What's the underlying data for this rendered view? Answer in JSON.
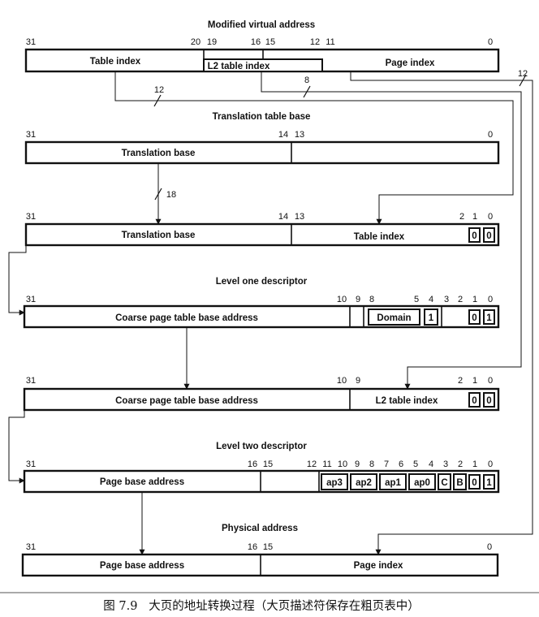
{
  "figure": {
    "caption": "图 7.9   大页的地址转换过程（大页描述符保存在粗页表中）"
  },
  "rows": {
    "mva": {
      "title": "Modified virtual address",
      "bits": [
        "31",
        "20",
        "19",
        "16",
        "15",
        "12",
        "11",
        "0"
      ],
      "fields": {
        "table_index": "Table index",
        "l2_index": "L2 table index",
        "page_index": "Page index"
      }
    },
    "ttb": {
      "title": "Translation table base",
      "bits": [
        "31",
        "14",
        "13",
        "0"
      ],
      "fields": {
        "base": "Translation base"
      }
    },
    "l1_addr": {
      "bits": [
        "31",
        "14",
        "13",
        "2",
        "1",
        "0"
      ],
      "fields": {
        "base": "Translation base",
        "index": "Table index",
        "z1": "0",
        "z0": "0"
      }
    },
    "l1_desc": {
      "title": "Level one descriptor",
      "bits": [
        "31",
        "10",
        "9",
        "8",
        "5",
        "4",
        "3",
        "2",
        "1",
        "0"
      ],
      "fields": {
        "base": "Coarse page table base address",
        "domain": "Domain",
        "one": "1",
        "b1": "0",
        "b0": "1"
      }
    },
    "l2_addr": {
      "bits": [
        "31",
        "10",
        "9",
        "2",
        "1",
        "0"
      ],
      "fields": {
        "base": "Coarse page table base address",
        "index": "L2 table index",
        "z1": "0",
        "z0": "0"
      }
    },
    "l2_desc": {
      "title": "Level two descriptor",
      "bits": [
        "31",
        "16",
        "15",
        "12",
        "11",
        "10",
        "9",
        "8",
        "7",
        "6",
        "5",
        "4",
        "3",
        "2",
        "1",
        "0"
      ],
      "fields": {
        "base": "Page base address",
        "ap3": "ap3",
        "ap2": "ap2",
        "ap1": "ap1",
        "ap0": "ap0",
        "c": "C",
        "b": "B",
        "b1": "0",
        "b0": "1"
      }
    },
    "phys": {
      "title": "Physical address",
      "bits": [
        "31",
        "16",
        "15",
        "0"
      ],
      "fields": {
        "base": "Page base address",
        "page_index": "Page index"
      }
    }
  },
  "widths": {
    "table_index": "12",
    "l2_index": "8",
    "page_index": "12",
    "translation_base": "18"
  }
}
